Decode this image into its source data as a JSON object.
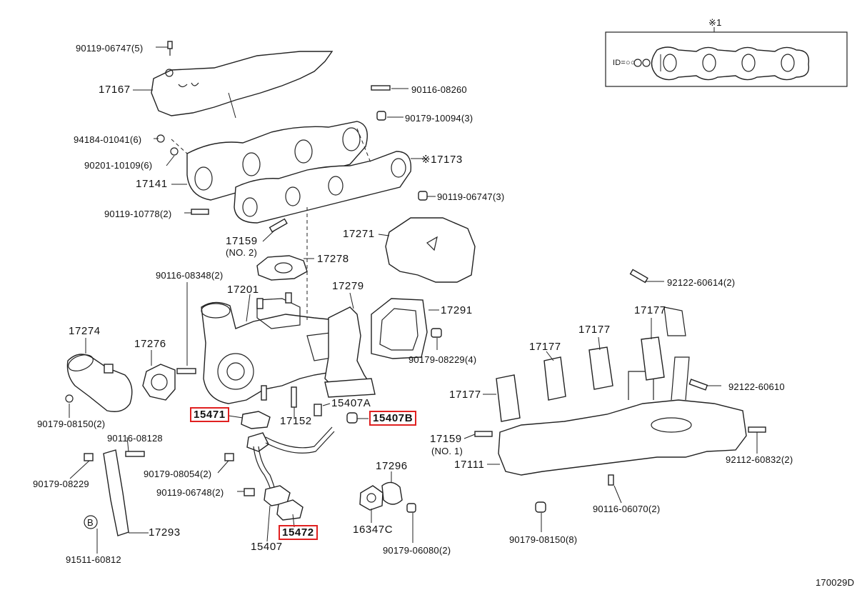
{
  "diagram": {
    "code": "170029D",
    "inset_title": "※1",
    "inset_id": "ID=○○",
    "labels": [
      {
        "text": "90119-06747(5)"
      },
      {
        "text": "17167"
      },
      {
        "text": "90116-08260"
      },
      {
        "text": "90179-10094(3)"
      },
      {
        "text": "94184-01041(6)"
      },
      {
        "text": "90201-10109(6)"
      },
      {
        "text": "※17173"
      },
      {
        "text": "17141"
      },
      {
        "text": "90119-06747(3)"
      },
      {
        "text": "90119-10778(2)"
      },
      {
        "text": "17159"
      },
      {
        "text": "(NO. 2)"
      },
      {
        "text": "17271"
      },
      {
        "text": "17278"
      },
      {
        "text": "90116-08348(2)"
      },
      {
        "text": "17201"
      },
      {
        "text": "17279"
      },
      {
        "text": "92122-60614(2)"
      },
      {
        "text": "17291"
      },
      {
        "text": "17177"
      },
      {
        "text": "17274"
      },
      {
        "text": "17276"
      },
      {
        "text": "17177"
      },
      {
        "text": "17177"
      },
      {
        "text": "90179-08229(4)"
      },
      {
        "text": "92122-60610"
      },
      {
        "text": "17177"
      },
      {
        "text": "15407A"
      },
      {
        "text": "15471",
        "highlight": true
      },
      {
        "text": "17152"
      },
      {
        "text": "15407B",
        "highlight": true
      },
      {
        "text": "90179-08150(2)"
      },
      {
        "text": "90116-08128"
      },
      {
        "text": "17159"
      },
      {
        "text": "(NO. 1)"
      },
      {
        "text": "17111"
      },
      {
        "text": "92112-60832(2)"
      },
      {
        "text": "90179-08054(2)"
      },
      {
        "text": "17296"
      },
      {
        "text": "90179-08229"
      },
      {
        "text": "90119-06748(2)"
      },
      {
        "text": "90116-06070(2)"
      },
      {
        "text": "B"
      },
      {
        "text": "17293"
      },
      {
        "text": "15472",
        "highlight": true
      },
      {
        "text": "16347C"
      },
      {
        "text": "15407"
      },
      {
        "text": "90179-06080(2)"
      },
      {
        "text": "90179-08150(8)"
      },
      {
        "text": "91511-60812"
      }
    ]
  }
}
